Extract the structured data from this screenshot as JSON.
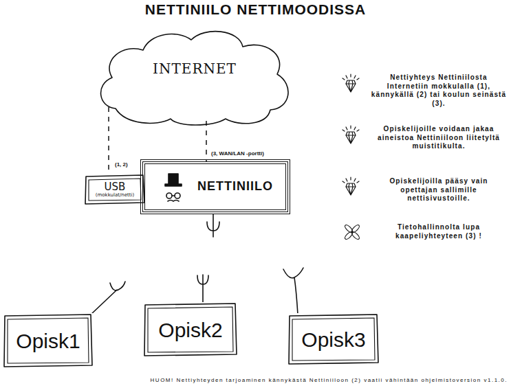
{
  "diagram": {
    "title": "NETTINIILO NETTIMOODISSA",
    "nodes": [
      {
        "text": [
          "USB",
          "(mokkulat/netti)"
        ]
      },
      {
        "text": [
          "NETTINIILO"
        ]
      },
      {
        "text": [
          "INTERNET"
        ]
      },
      {
        "text": [
          "Opisk1"
        ]
      },
      {
        "text": [
          "Opisk2"
        ]
      },
      {
        "text": [
          "Opisk3"
        ]
      }
    ],
    "edges": [
      {
        "from": 2,
        "to": 0,
        "arrow": "none",
        "label": "(1, 2)"
      },
      {
        "from": 2,
        "to": 1,
        "arrow": "none",
        "label": "(3, WAN/LAN -portti)"
      }
    ],
    "labels": [
      "Nettiyhteys Nettiniilosta Internetiin mokkulalla (1), kännykällä (2) tai koulun seinästä (3).",
      "Opiskelijoille voidaan jakaa aineistoa Nettiniiloon liitetyltä muistitikulta.",
      "Opiskelijoilla pääsy vain opettajan sallimille nettisivustoille.",
      "Tietohallinnolta lupa kaapeliyhteyteen (3) !",
      "HUOM! Nettiyhteyden tarjoaminen kännykästä Nettiniiloon (2) vaatii vähintään ohjelmistoversion v1.1.0."
    ]
  }
}
